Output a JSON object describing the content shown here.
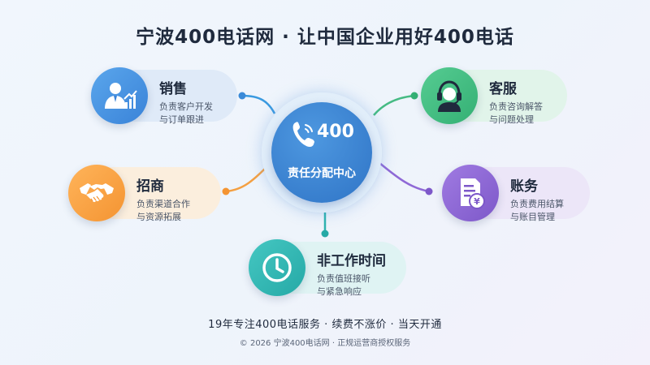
{
  "title": "宁波400电话网 · 让中国企业用好400电话",
  "hub": {
    "number": "400",
    "label": "责任分配中心",
    "icon": "phone-icon"
  },
  "nodes": {
    "sales": {
      "name": "销售",
      "desc1": "负责客户开发",
      "desc2": "与订单跟进",
      "icon": "salesperson-chart-icon",
      "color": "#3a83d8"
    },
    "invest": {
      "name": "招商",
      "desc1": "负责渠道合作",
      "desc2": "与资源拓展",
      "icon": "handshake-icon",
      "color": "#f49432"
    },
    "cs": {
      "name": "客服",
      "desc1": "负责咨询解答",
      "desc2": "与问题处理",
      "icon": "headset-agent-icon",
      "color": "#34b074"
    },
    "acct": {
      "name": "账务",
      "desc1": "负责费用结算",
      "desc2": "与账目管理",
      "icon": "invoice-yen-icon",
      "color": "#7d58c9"
    },
    "night": {
      "name": "非工作时间",
      "desc1": "负责值班接听",
      "desc2": "与紧急响应",
      "icon": "clock-icon",
      "color": "#25a9a6"
    }
  },
  "tagline": "19年专注400电话服务 · 续费不涨价 · 当天开通",
  "footer": "© 2026 宁波400电话网 · 正规运营商授权服务"
}
